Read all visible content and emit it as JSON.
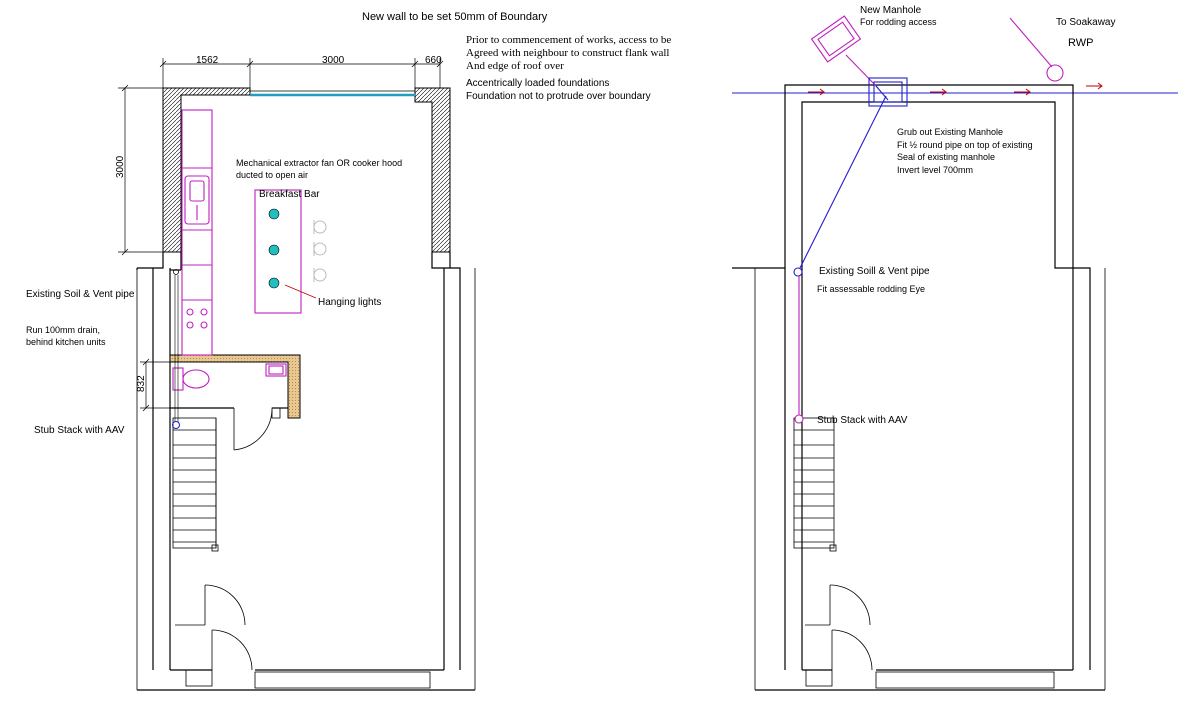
{
  "notes": {
    "boundary_wall": "New wall to be set 50mm of Boundary",
    "prior_1": "Prior to commencement of works, access to be",
    "prior_2": "Agreed with neighbour to construct flank wall",
    "prior_3": "And edge of roof over",
    "found_1": "Accentrically loaded foundations",
    "found_2": "Foundation not to protrude over boundary",
    "extractor_1": "Mechanical extractor fan OR cooker hood",
    "extractor_2": "ducted to open air",
    "breakfast_bar": "Breakfast Bar",
    "hanging_lights": "Hanging lights",
    "soil_vent_left": "Existing Soil & Vent pipe",
    "drain_1": "Run 100mm drain,",
    "drain_2": "behind kitchen units",
    "stub_left": "Stub Stack with AAV",
    "new_manhole_1": "New Manhole",
    "new_manhole_2": "For rodding access",
    "soakaway": "To Soakaway",
    "rwp": "RWP",
    "grub_1": "Grub out Existing Manhole",
    "grub_2": "Fit ½ round pipe on top of existing",
    "grub_3": "Seal of existing manhole",
    "grub_4": "Invert level 700mm",
    "soil_vent_right": "Existing Soill & Vent pipe",
    "rodding_eye": "Fit assessable rodding Eye",
    "stub_right": "Stub Stack with AAV"
  },
  "dimensions": {
    "d1": "1562",
    "d2": "3000",
    "d3": "660",
    "d_vert": "3000",
    "d_small": "832"
  },
  "colors": {
    "fixtures": "#c020c0",
    "lights": "#20c0c0",
    "drain_line": "#2020d0",
    "flow_arrows": "#c00000",
    "masonry": "#e8c890"
  }
}
